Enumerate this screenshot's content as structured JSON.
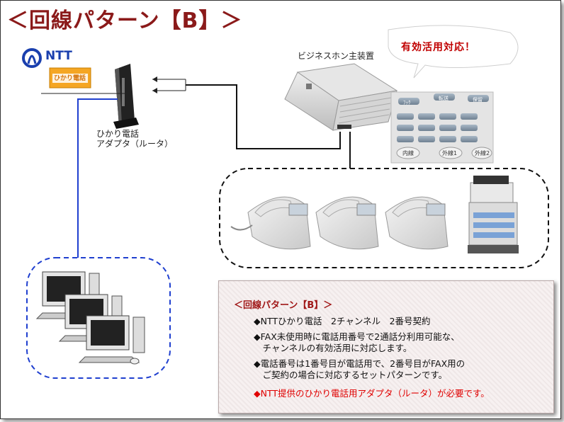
{
  "title": "＜回線パターン【B】＞",
  "logo": {
    "brand": "NTT",
    "sub": "ひかり電話"
  },
  "router_label": {
    "line1": "ひかり電話",
    "line2": "アダプタ（ルータ）"
  },
  "pbx_label": "ビジネスホン主装置",
  "bubble": "有効活用対応！",
  "keypad": {
    "keys_top": [
      "ﾌｯｸ",
      "転送",
      "保留"
    ],
    "keys_bottom": [
      "内線",
      "外線1",
      "外線2"
    ]
  },
  "panel": {
    "title": "＜回線パターン【B】＞",
    "bullets": [
      "◆NTTひかり電話　2チャンネル　2番号契約",
      "◆FAX未使用時に電話用番号で2通話分利用可能な、",
      "　チャンネルの有効活用に対応します。",
      "◆電話番号は1番号目が電話用で、2番号目がFAX用の",
      "　ご契約の場合に対応するセットパターンです。"
    ],
    "note": "◆NTT提供のひかり電話用アダプタ（ルータ）が必要です。"
  },
  "colors": {
    "title": "#8b1a1a",
    "note": "#e00000",
    "lan_line": "#1f3fcf"
  }
}
